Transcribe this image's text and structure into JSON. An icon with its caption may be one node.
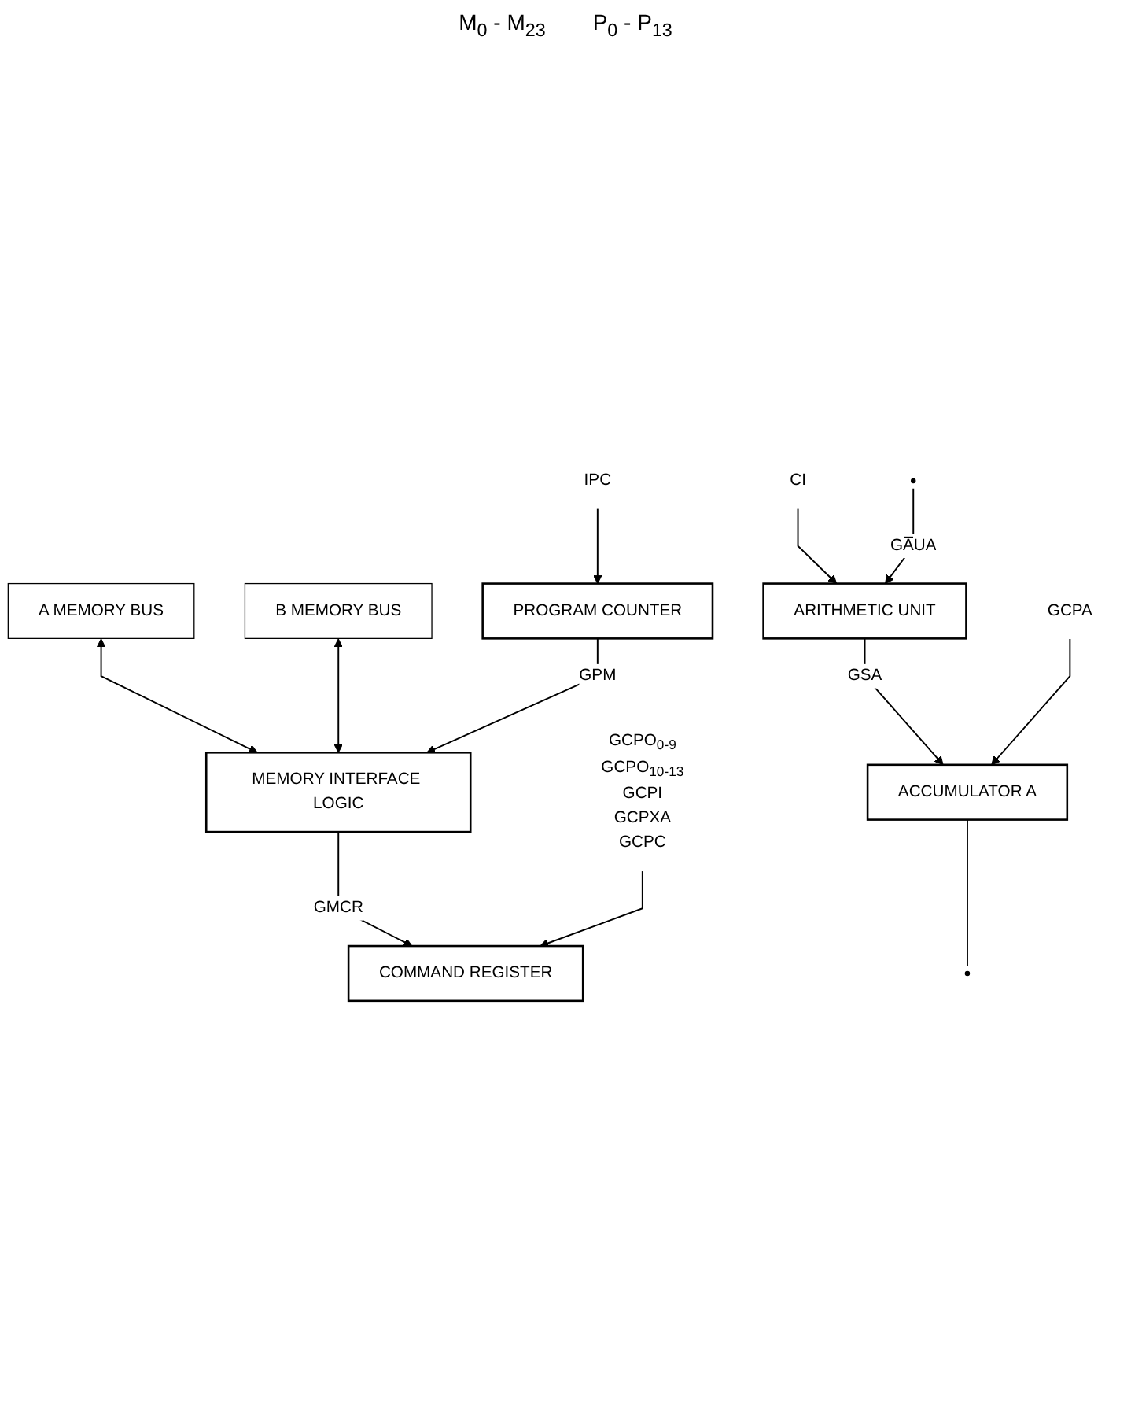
{
  "diagram": {
    "nodes": [
      {
        "text": [
          "A MEMORY BUS"
        ]
      },
      {
        "text": [
          "B MEMORY BUS"
        ]
      },
      {
        "text": [
          "MEMORY INTERFACE LOGIC"
        ]
      },
      {
        "text": [
          "COMMAND REGISTER"
        ]
      },
      {
        "text": [
          "PROGRAM COUNTER"
        ]
      },
      {
        "text": [
          "IPC"
        ]
      },
      {
        "text": [
          "GCPO$_{0-9}$",
          "GCPO$_{10-13}$",
          "GCPI",
          "GCPXA",
          "GCPC"
        ]
      },
      {
        "text": [
          "ARITHMETIC UNIT"
        ]
      },
      {
        "text": [
          "CI"
        ]
      },
      {
        "text": [
          "ACCUMULATOR A"
        ]
      },
      {
        "text": [
          "GCPA"
        ]
      }
    ],
    "edges": [
      {
        "from": 0,
        "to": 2,
        "arrow": "both"
      },
      {
        "from": 1,
        "to": 2,
        "arrow": "both"
      },
      {
        "from": 2,
        "to": 3,
        "label": "GMCR",
        "arrow": "to"
      },
      {
        "from": 4,
        "to": 2,
        "label": "GPM",
        "arrow": "to"
      },
      {
        "from": 5,
        "to": 4,
        "arrow": "to"
      },
      {
        "from": 6,
        "to": 3,
        "arrow": "to"
      },
      {
        "from": 8,
        "to": 7,
        "arrow": "to"
      },
      {
        "from": 7,
        "to": 9,
        "label": "GSA",
        "arrow": "to"
      },
      {
        "from": null,
        "to": 7,
        "label": "GA̅UA",
        "arrow": "to"
      },
      {
        "from": 10,
        "to": 9,
        "arrow": "to"
      },
      {
        "from": 9,
        "to": null,
        "arrow": "none"
      }
    ],
    "labels": [
      "M$_{0}$ - M$_{23}$",
      "P$_{0}$ - P$_{13}$"
    ]
  }
}
